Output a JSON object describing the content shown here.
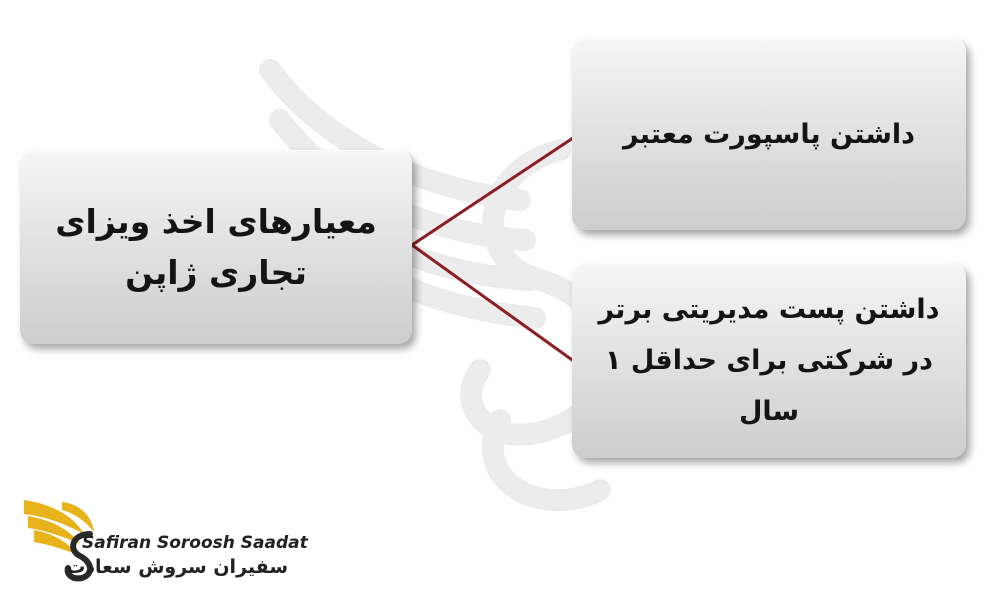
{
  "diagram": {
    "root": {
      "text": "معیارهای اخذ ویزای تجاری ژاپن"
    },
    "children": [
      {
        "text": "داشتن پاسپورت معتبر"
      },
      {
        "text": "داشتن پست مدیریتی برتر در شرکتی برای حداقل ۱ سال"
      }
    ],
    "connector_color": "#8b1f24"
  },
  "logo": {
    "name_latin": "Safiran Soroosh Saadat",
    "name_farsi": "سفیران سروش سعادت",
    "icon": "golden-wing-icon",
    "accent_color": "#e8b31a"
  }
}
